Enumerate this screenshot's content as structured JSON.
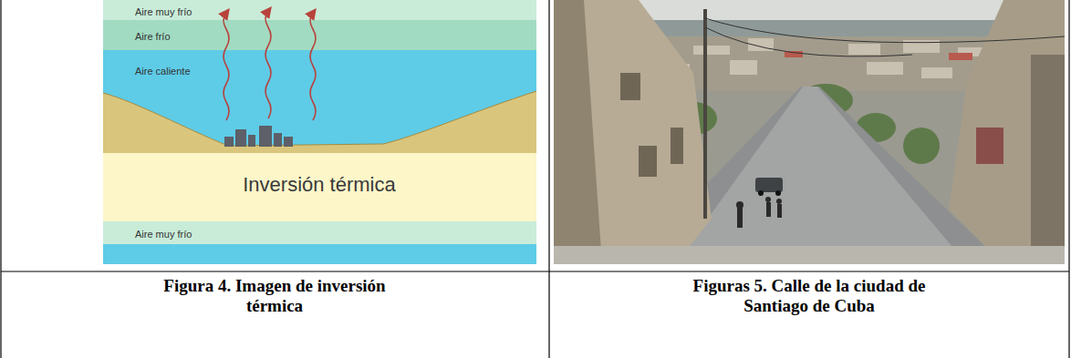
{
  "diagram": {
    "nodes": [
      {
        "text": [
          "Aire muy frío"
        ]
      },
      {
        "text": [
          "Aire frío"
        ]
      },
      {
        "text": [
          "Aire caliente"
        ]
      },
      {
        "text": [
          "Aire muy frío"
        ]
      }
    ],
    "labels": [
      "Inversión térmica",
      "Figura 4. Imagen de inversión térmica",
      "Figuras 5. Calle de la ciudad de Santiago de Cuba"
    ]
  }
}
